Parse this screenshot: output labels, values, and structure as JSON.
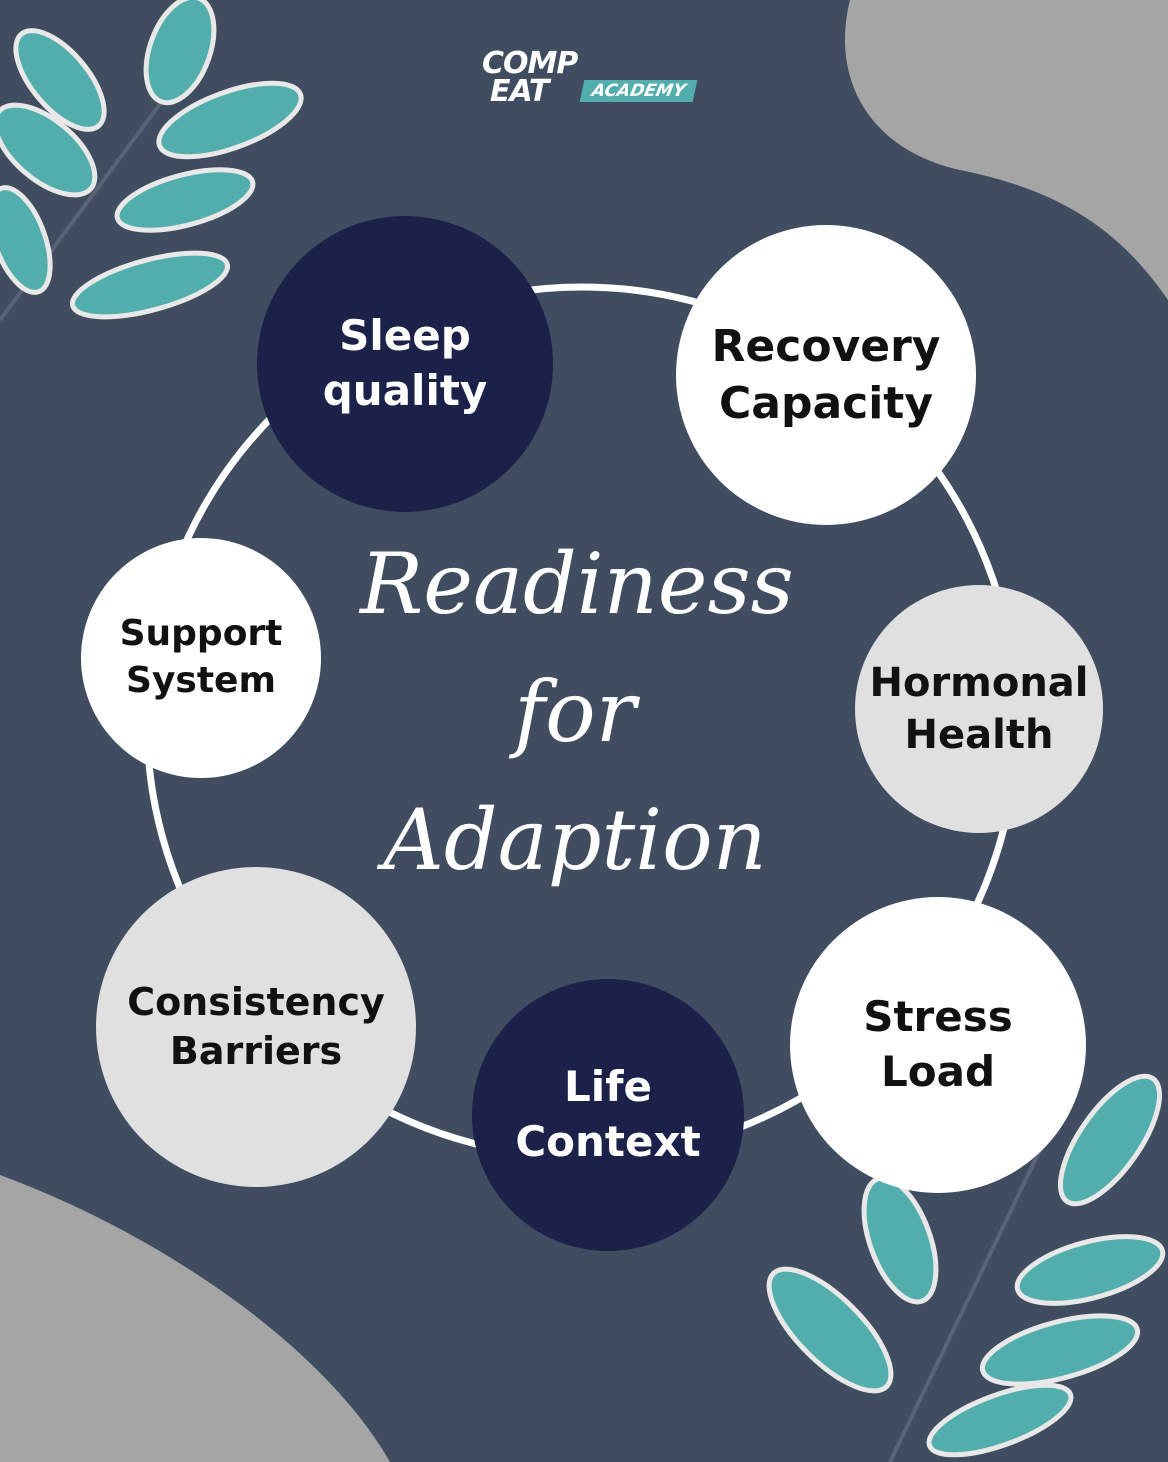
{
  "logo": {
    "line1": "COMP",
    "line2": "EAT",
    "tag": "ACADEMY"
  },
  "title": {
    "line1": "Readiness",
    "line2": "for",
    "line3": "Adaption"
  },
  "nodes": [
    {
      "label": "Sleep quality"
    },
    {
      "label": "Recovery Capacity"
    },
    {
      "label": "Hormonal Health"
    },
    {
      "label": "Stress Load"
    },
    {
      "label": "Life Context"
    },
    {
      "label": "Consistency Barriers"
    },
    {
      "label": "Support System"
    }
  ],
  "colors": {
    "background": "#404c5f",
    "dark": "#1b2149",
    "light": "#e0e0e0",
    "blob": "#a5a5a5",
    "leaf": "#52aeac"
  }
}
